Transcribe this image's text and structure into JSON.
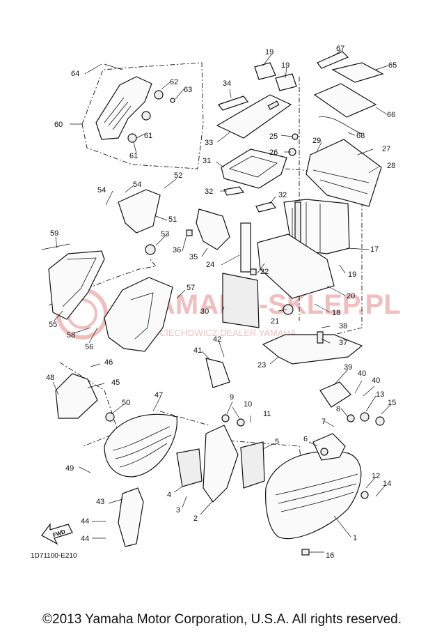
{
  "drawing_code": "1D71100-E210",
  "copyright": "©2013 Yamaha Motor Corporation, U.S.A. All rights reserved.",
  "fwd_label": "FWD",
  "watermark": {
    "main": "YAMAHA-SKLEP.PL",
    "sub": "WOJCIECHOWICZ DEALER YAMAHA",
    "color": "#e07070"
  },
  "callouts": [
    "1",
    "2",
    "3",
    "4",
    "5",
    "6",
    "7",
    "8",
    "9",
    "10",
    "11",
    "12",
    "13",
    "14",
    "15",
    "16",
    "17",
    "18",
    "19",
    "19",
    "19",
    "20",
    "21",
    "22",
    "23",
    "24",
    "25",
    "26",
    "27",
    "28",
    "29",
    "30",
    "31",
    "32",
    "32",
    "33",
    "34",
    "35",
    "36",
    "37",
    "38",
    "39",
    "40",
    "40",
    "41",
    "42",
    "43",
    "44",
    "44",
    "45",
    "46",
    "47",
    "48",
    "49",
    "50",
    "51",
    "52",
    "53",
    "54",
    "54",
    "55",
    "56",
    "57",
    "58",
    "59",
    "60",
    "61",
    "61",
    "62",
    "63",
    "64",
    "65",
    "66",
    "67",
    "68"
  ]
}
